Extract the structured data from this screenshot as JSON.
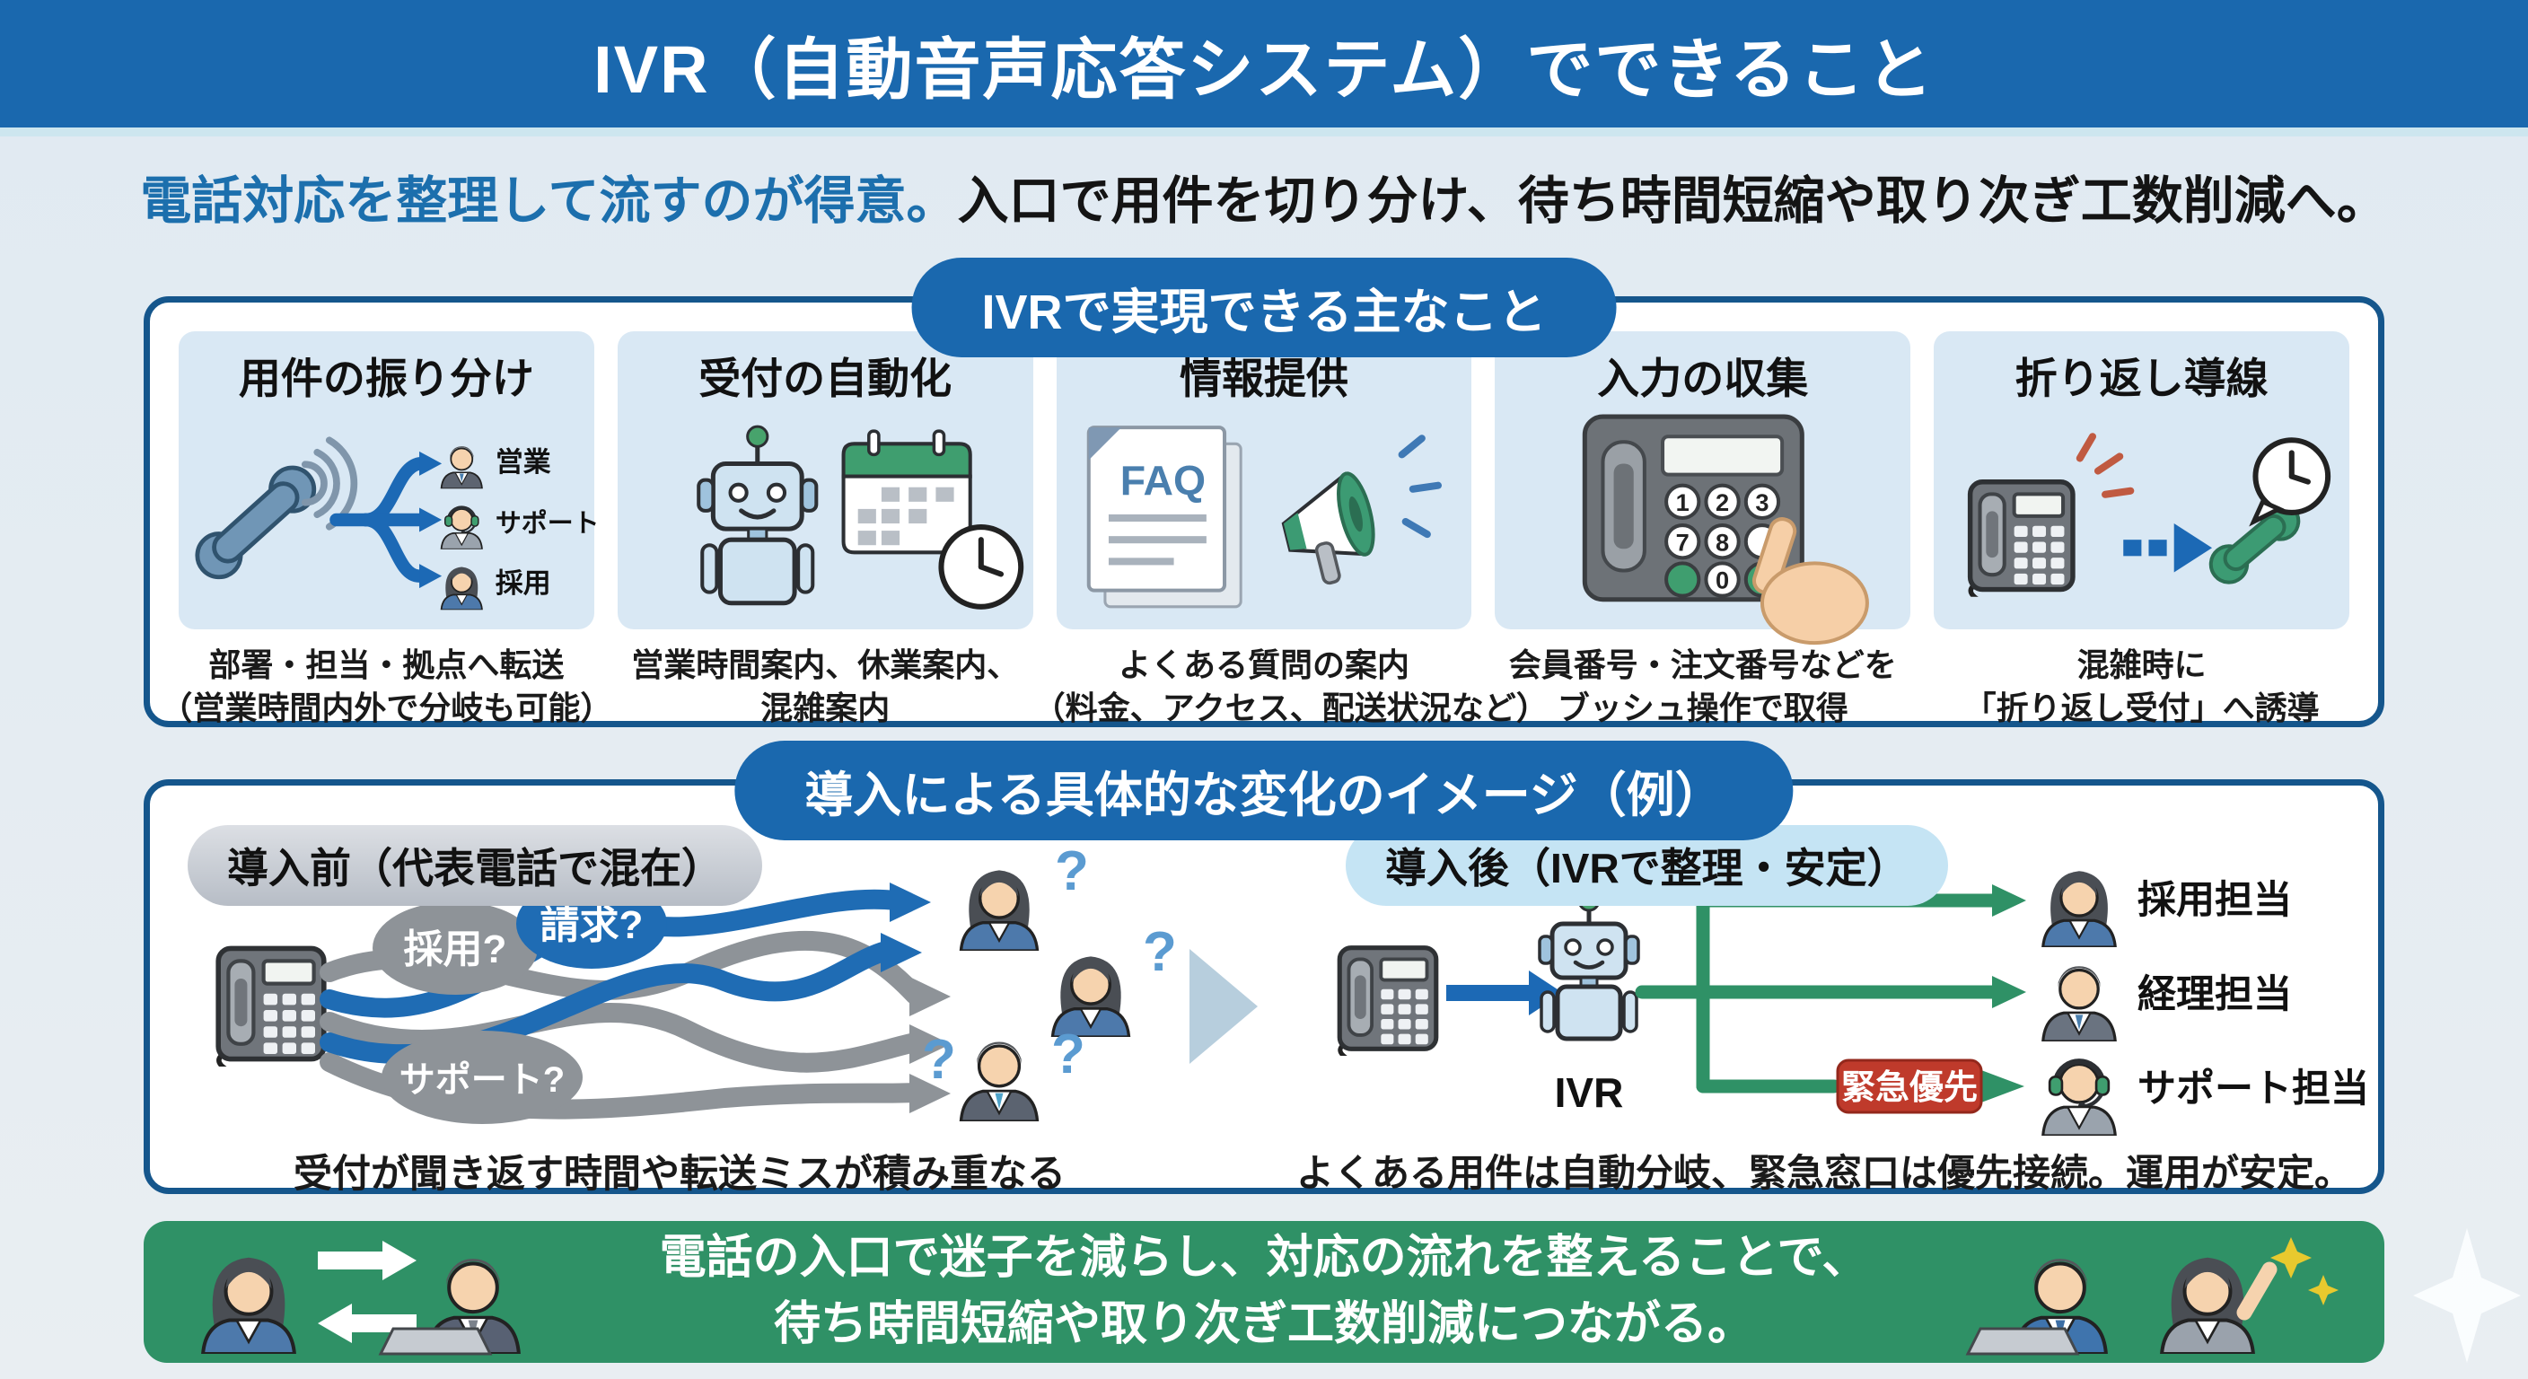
{
  "colors": {
    "header_blue": "#1a68ae",
    "accent_blue": "#1c69b5",
    "box_border": "#15568c",
    "card_bg": "#d9e8f4",
    "text_dark": "#1a1a1a",
    "intro_blue": "#1c6fad",
    "gray_arrow": "#8e9398",
    "green": "#2f9166",
    "red_badge": "#bf3a2b",
    "page_bg": "#e7edf2",
    "after_label_bg": "#c5e4f4",
    "before_label_bg": "#c3c9d1"
  },
  "header": {
    "title": "IVR（自動音声応答システム）でできること"
  },
  "intro": {
    "highlight": "電話対応を整理して流すのが得意。",
    "rest": "入口で用件を切り分け、待ち時間短縮や取り次ぎ工数削減へ。"
  },
  "section1": {
    "pill": "IVRで実現できる主なこと",
    "cards": [
      {
        "title": "用件の振り分け",
        "branches": [
          "営業",
          "サポート",
          "採用"
        ],
        "caption1": "部署・担当・拠点へ転送",
        "caption2": "（営業時間内外で分岐も可能）"
      },
      {
        "title": "受付の自動化",
        "caption1": "営業時間案内、休業案内、",
        "caption2": "混雑案内"
      },
      {
        "title": "情報提供",
        "doc_label": "FAQ",
        "caption1": "よくある質問の案内",
        "caption2": "（料金、アクセス、配送状況など）"
      },
      {
        "title": "入力の収集",
        "keys": [
          "1",
          "2",
          "3",
          "7",
          "8",
          "0"
        ],
        "caption1": "会員番号・注文番号などを",
        "caption2": "ブッシュ操作で取得"
      },
      {
        "title": "折り返し導線",
        "caption1": "混雑時に",
        "caption2": "「折り返し受付」へ誘導"
      }
    ]
  },
  "section2": {
    "pill": "導入による具体的な変化のイメージ（例）",
    "before": {
      "label": "導入前（代表電話で混在）",
      "bubbles": [
        "採用?",
        "請求?",
        "サポート?"
      ],
      "qmark": "?",
      "caption": "受付が聞き返す時間や転送ミスが積み重なる"
    },
    "after": {
      "label": "導入後（IVRで整理・安定）",
      "ivr": "IVR",
      "badge": "緊急優先",
      "dest": [
        "採用担当",
        "経理担当",
        "サポート担当"
      ],
      "caption": "よくある用件は自動分岐、緊急窓口は優先接続。運用が安定。"
    }
  },
  "footer": {
    "line1": "電話の入口で迷子を減らし、対応の流れを整えることで、",
    "line2": "待ち時間短縮や取り次ぎ工数削減につながる。"
  }
}
